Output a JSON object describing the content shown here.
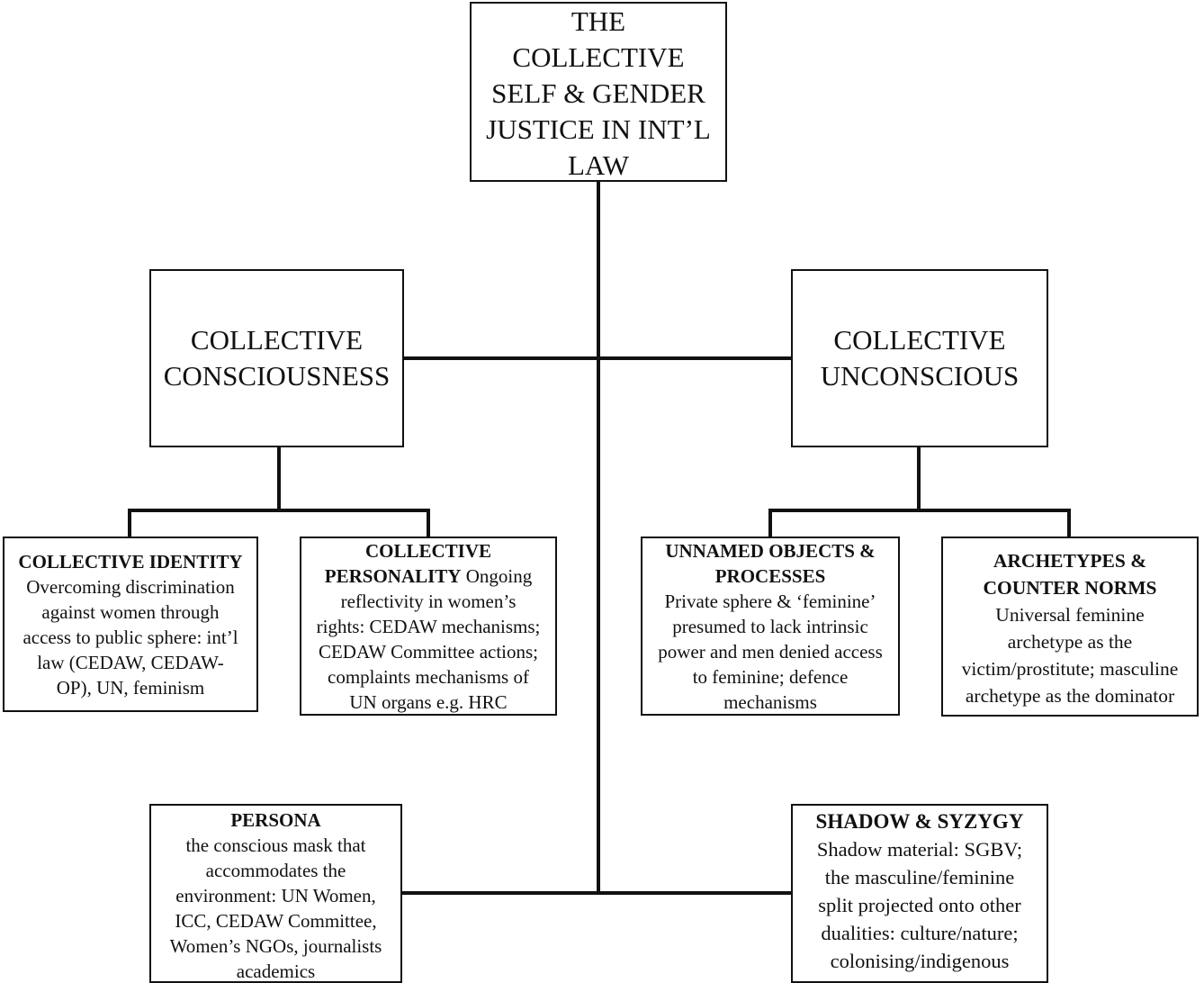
{
  "diagram": {
    "root": {
      "lines": [
        "THE",
        "COLLECTIVE",
        "SELF & GENDER",
        "JUSTICE IN INT’L",
        "LAW"
      ]
    },
    "collective_consciousness": {
      "lines": [
        "COLLECTIVE",
        "CONSCIOUSNESS"
      ]
    },
    "collective_unconscious": {
      "lines": [
        "COLLECTIVE",
        "UNCONSCIOUS"
      ]
    },
    "collective_identity": {
      "title": "COLLECTIVE IDENTITY",
      "lines": [
        "Overcoming discrimination",
        "against women through",
        "access to public sphere: int’l",
        "law (CEDAW, CEDAW-",
        "OP), UN, feminism"
      ]
    },
    "collective_personality": {
      "title": "COLLECTIVE",
      "title2": "PERSONALITY",
      "lines": [
        "Ongoing",
        "reflectivity in women’s",
        "rights: CEDAW mechanisms;",
        "CEDAW Committee actions;",
        "complaints mechanisms of",
        "UN organs e.g. HRC"
      ]
    },
    "unnamed_objects": {
      "title_lines": [
        "UNNAMED OBJECTS &",
        "PROCESSES"
      ],
      "lines": [
        "Private sphere & ‘feminine’",
        "presumed to lack intrinsic",
        "power and men denied access",
        "to feminine; defence",
        "mechanisms"
      ]
    },
    "archetypes": {
      "title_lines": [
        "ARCHETYPES &",
        "COUNTER NORMS"
      ],
      "lines": [
        "Universal feminine",
        "archetype as the",
        "victim/prostitute; masculine",
        "archetype as the dominator"
      ]
    },
    "persona": {
      "title": "PERSONA",
      "lines": [
        "the conscious mask that",
        "accommodates the",
        "environment: UN Women,",
        "ICC, CEDAW Committee,",
        "Women’s NGOs, journalists",
        "academics"
      ]
    },
    "shadow": {
      "title": "SHADOW & SYZYGY",
      "lines": [
        "Shadow material: SGBV;",
        "the masculine/feminine",
        "split projected onto other",
        "dualities: culture/nature;",
        "colonising/indigenous"
      ]
    }
  }
}
